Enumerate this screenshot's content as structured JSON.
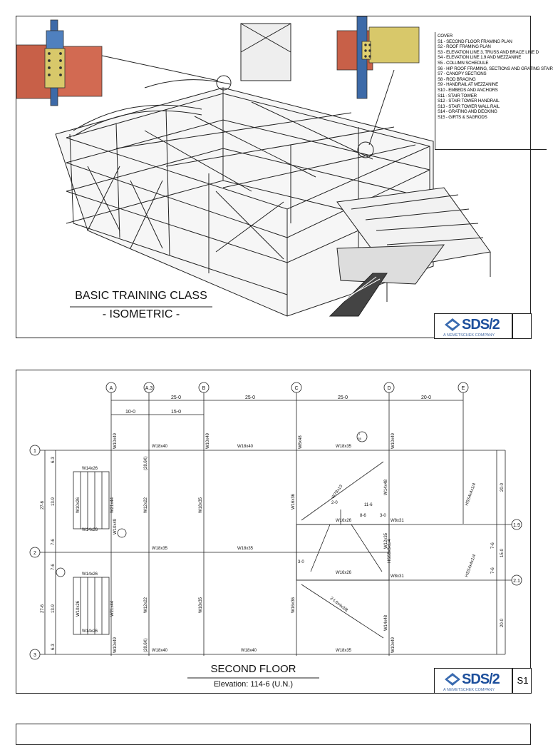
{
  "sheet1": {
    "toc": [
      "COVER",
      "S1 - SECOND FLOOR FRAMING PLAN",
      "S2 - ROOF FRAMING PLAN",
      "S3 - ELEVATION LINE 3, TRUSS AND BRACE LINE D",
      "S4 - ELEVATION LINE 1.9 AND MEZZANINE",
      "S5 - COLUMN SCHEDULE",
      "S6 - HIP ROOF FRAMING, SECTIONS AND GRATING STAIR",
      "S7 - CANOPY SECTIONS",
      "S8 - ROD BRACING",
      "S9 - HANDRAIL AT MEZZANINE",
      "S10 - EMBEDS AND ANCHORS",
      "S11 - STAIR TOWER",
      "S12 - STAIR TOWER HANDRAIL",
      "S13 - STAIR TOWER WALL RAIL",
      "S14 - GRATING AND DECKING",
      "S15 - GIRTS & SAGRODS"
    ],
    "title": "BASIC TRAINING CLASS",
    "subtitle": "- ISOMETRIC -"
  },
  "logo": {
    "text": "SDS/2",
    "sub": "A NEMETSCHEK COMPANY"
  },
  "sheet2": {
    "title": "SECOND FLOOR",
    "subtitle": "Elevation: 114-6 (U.N.)",
    "sheet_no": "S1",
    "grid_cols": [
      "A",
      "A.3",
      "B",
      "C",
      "D",
      "E"
    ],
    "grid_rows": [
      "1",
      "2",
      "3",
      "1.9",
      "2.1"
    ],
    "dims_top": [
      "25-0",
      "25-0",
      "25-0",
      "20-0"
    ],
    "dims_top2": [
      "10-0",
      "15-0"
    ],
    "dims_left": [
      "27-6",
      "6-3",
      "13-9",
      "7-6",
      "7-6",
      "27-6",
      "13-9",
      "6-3"
    ],
    "dims_right": [
      "20-0",
      "7-6",
      "15-0",
      "7-6",
      "20-0"
    ],
    "members": {
      "W10x49": "W10x49",
      "W18x40": "W18x40",
      "W18x35": "W18x35",
      "W8x48": "W8x48",
      "W14x26": "W14x26",
      "W10x26": "W10x26",
      "W21x44": "W21x44",
      "W12x22": "W12x22",
      "W18x35v": "W18x35",
      "W16x36": "W16x36",
      "W14x48": "W14x48",
      "W16x26": "W16x26",
      "W8x31": "W8x31",
      "W12x35": "W12x35",
      "HSS": "HSS5x5x1/4",
      "W79": "W79x13",
      "L": "2-L6x4x3/8",
      "k28": "(28.6K)",
      "d116": "11-6",
      "d86": "8-6",
      "d30": "3-0",
      "d20": "2-0",
      "HSS4": "HSS4x4x1/4",
      "n1": "1",
      "n2": "S6"
    }
  }
}
